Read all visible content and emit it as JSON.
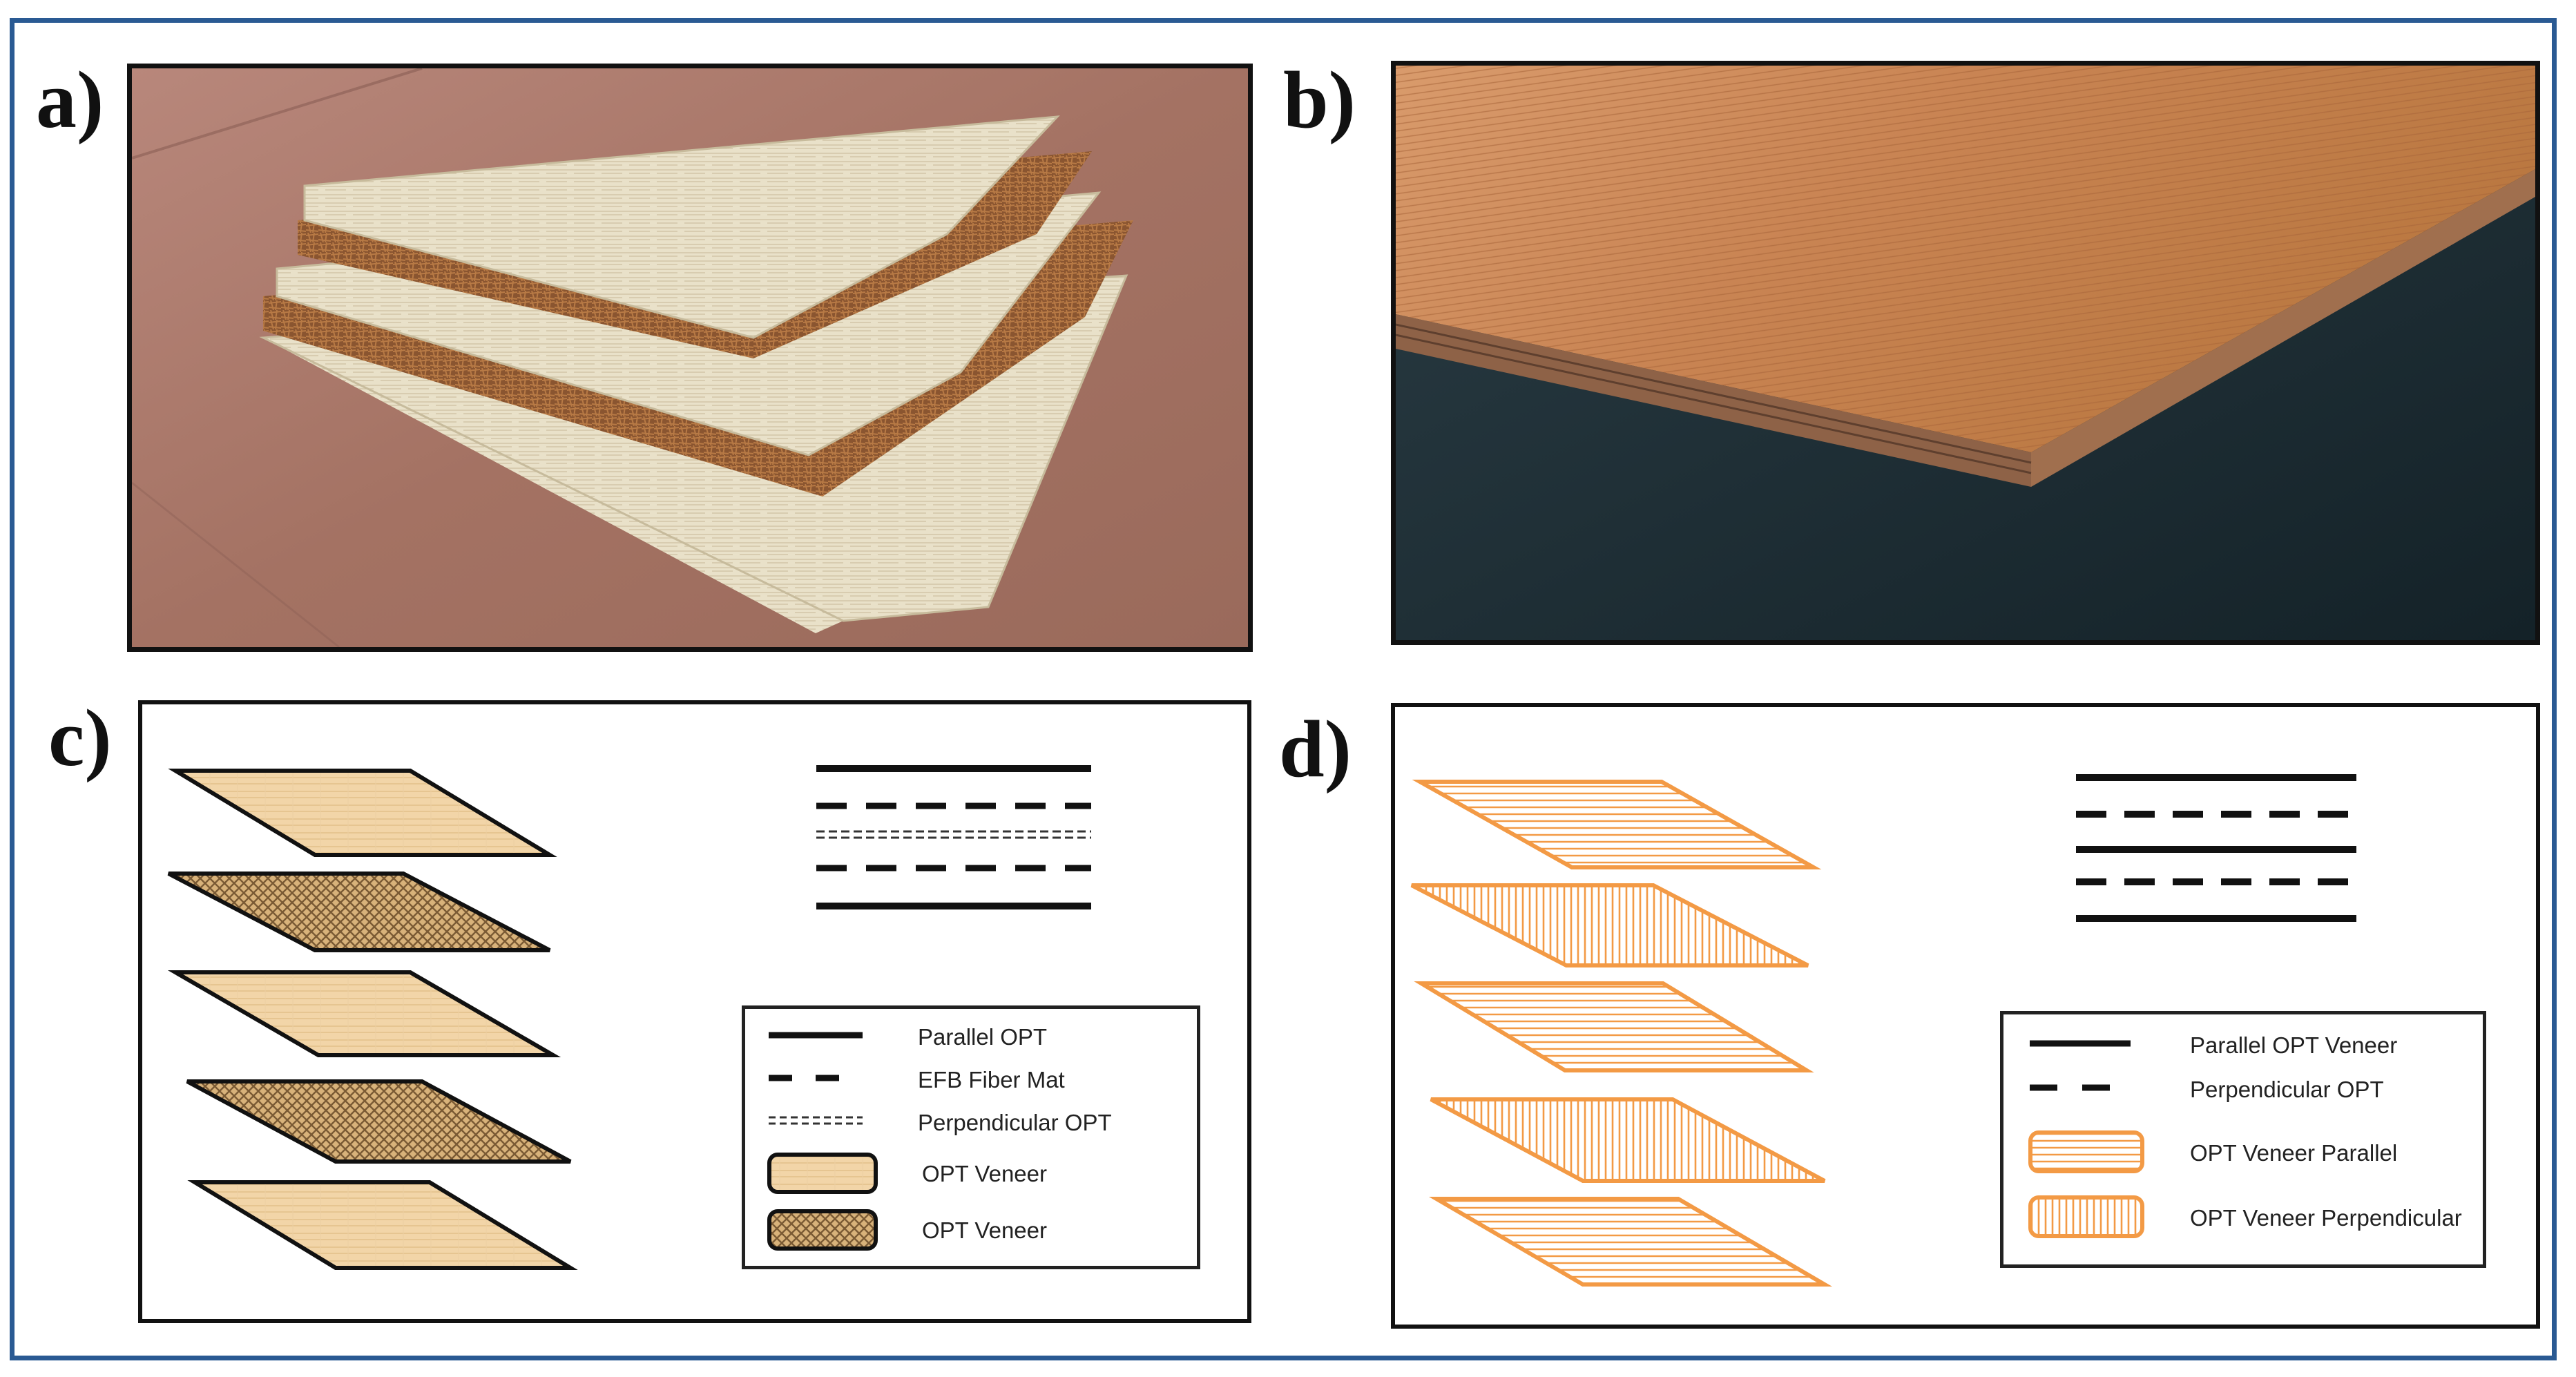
{
  "panels": {
    "a": {
      "label": "a)",
      "content": "photo-stack"
    },
    "b": {
      "label": "b)",
      "content": "photo-board"
    },
    "c": {
      "label": "c)",
      "legend": [
        {
          "symbol": "solid-line",
          "text": "Parallel OPT"
        },
        {
          "symbol": "dashed-line",
          "text": "EFB Fiber Mat"
        },
        {
          "symbol": "dotted-double-line",
          "text": "Perpendicular OPT"
        },
        {
          "symbol": "veneer-swatch",
          "text": "OPT Veneer"
        },
        {
          "symbol": "mat-swatch",
          "text": "OPT Veneer"
        }
      ]
    },
    "d": {
      "label": "d)",
      "legend": [
        {
          "symbol": "solid-line",
          "text": "Parallel OPT Veneer"
        },
        {
          "symbol": "dashed-line",
          "text": "Perpendicular OPT"
        },
        {
          "symbol": "orange-horizontal-swatch",
          "text": "OPT Veneer Parallel"
        },
        {
          "symbol": "orange-vertical-swatch",
          "text": "OPT Veneer Perpendicular"
        }
      ]
    }
  },
  "colors": {
    "frame": "#2a5a93",
    "veneer": "#f2d5a8",
    "mat": "#b58a55",
    "orange": "#f39a45",
    "wood_floor": "#a8786a",
    "dark_surface": "#1c2c33"
  }
}
